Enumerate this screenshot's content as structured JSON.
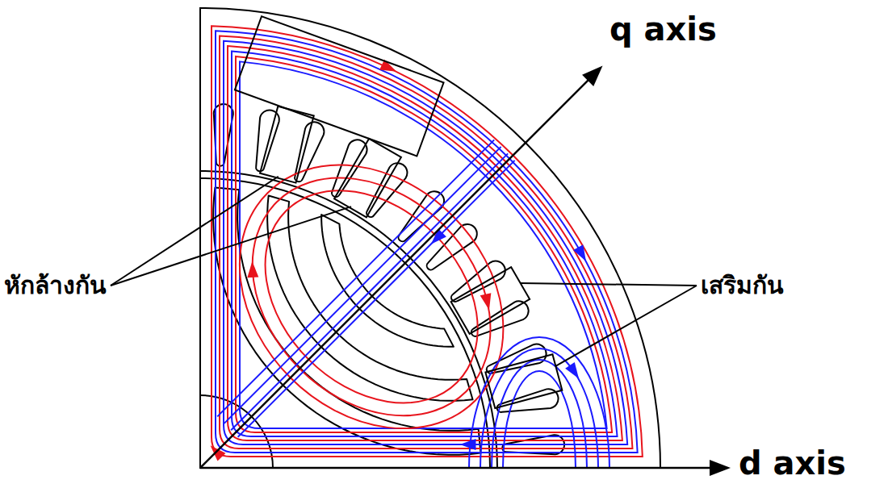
{
  "diagram": {
    "labels": [
      "q axis",
      "หักล้างกัน",
      "เสริมกัน",
      "d axis"
    ]
  }
}
